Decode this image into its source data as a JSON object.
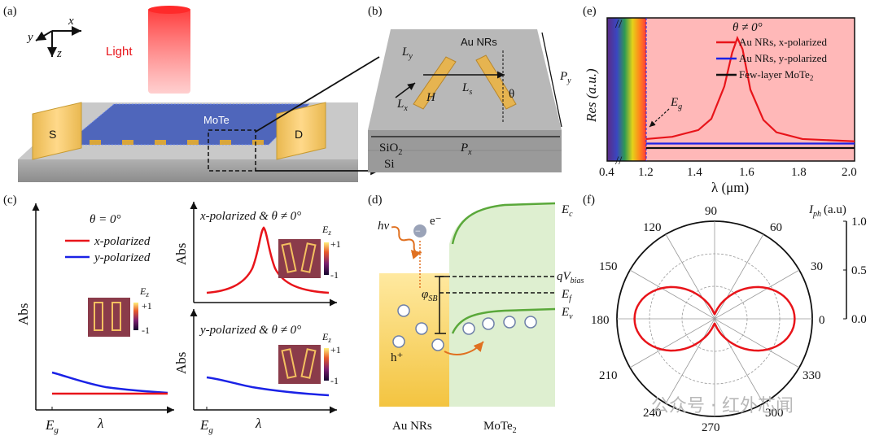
{
  "panels": {
    "a": {
      "label": "(a)",
      "axis_x": "x",
      "axis_y": "y",
      "axis_z": "z",
      "light": "Light",
      "source": "S",
      "drain": "D",
      "material": "MoTe"
    },
    "b": {
      "label": "(b)",
      "title": "Au NRs",
      "Ly": "L",
      "Ly_sub": "y",
      "Lx": "L",
      "Lx_sub": "x",
      "H": "H",
      "Ls": "L",
      "Ls_sub": "s",
      "theta": "θ",
      "Py": "P",
      "Py_sub": "y",
      "Px": "P",
      "Px_sub": "x",
      "SiO2": "SiO",
      "SiO2_sub": "2",
      "Si": "Si"
    },
    "c": {
      "label": "(c)",
      "theta_eq": "θ = 0°",
      "legend_x": "x-polarized",
      "legend_y": "y-polarized",
      "ylabel": "Abs",
      "xlabel": "λ",
      "eg": "E",
      "eg_sub": "g",
      "ez": "E",
      "ez_sub": "z",
      "cb_max": "+1",
      "cb_min": "-1",
      "top_title": "x-polarized & θ ≠ 0°",
      "bottom_title": "y-polarized & θ ≠ 0°"
    },
    "d": {
      "label": "(d)",
      "hv": "hν",
      "electron": "e⁻",
      "hole": "h⁺",
      "phi": "φ",
      "phi_sub": "SB",
      "Ec": "E",
      "Ec_sub": "c",
      "qV": "qV",
      "qV_sub": "bias",
      "Ef": "E",
      "Ef_sub": "f",
      "Ev": "E",
      "Ev_sub": "v",
      "left_label": "Au NRs",
      "right_label": "MoTe",
      "right_sub": "2"
    },
    "e": {
      "label": "(e)",
      "theta_ne": "θ ≠ 0°",
      "legend": [
        "Au NRs, x-polarized",
        "Au NRs, y-polarized",
        "Few-layer MoTe"
      ],
      "legend_sub": "2",
      "ylabel": "Res (a.u.)",
      "xlabel": "λ (μm)",
      "eg": "E",
      "eg_sub": "g",
      "xticks": [
        "0.4",
        "1.2",
        "1.4",
        "1.6",
        "1.8",
        "2.0"
      ]
    },
    "f": {
      "label": "(f)",
      "iph": "I",
      "iph_sub": "ph",
      "iph_unit": "(a.u)",
      "angles": [
        "90",
        "60",
        "30",
        "0",
        "330",
        "300",
        "270",
        "240",
        "210",
        "180",
        "150",
        "120"
      ],
      "rticks": [
        "1.0",
        "0.5",
        "0.0"
      ]
    }
  },
  "watermark": "公众号 · 红外芯闻",
  "colors": {
    "red": "#e8141a",
    "blue": "#1a22e6",
    "black": "#111111",
    "gold": "#f0c060",
    "green_fill": "#d8ecc8",
    "pink_bg": "#ffb8b8"
  },
  "chart_data": [
    {
      "type": "line",
      "title": "",
      "xlabel": "λ (μm)",
      "ylabel": "Res (a.u.)",
      "xlim": [
        0.4,
        2.0
      ],
      "series": [
        {
          "name": "Au NRs, x-polarized",
          "x": [
            1.2,
            1.3,
            1.4,
            1.45,
            1.5,
            1.53,
            1.55,
            1.57,
            1.6,
            1.65,
            1.7,
            1.8,
            1.9,
            2.0
          ],
          "values": [
            0.08,
            0.1,
            0.16,
            0.26,
            0.55,
            0.85,
            0.98,
            0.88,
            0.52,
            0.25,
            0.14,
            0.08,
            0.07,
            0.06
          ]
        },
        {
          "name": "Au NRs, y-polarized",
          "x": [
            1.2,
            1.6,
            2.0
          ],
          "values": [
            0.04,
            0.04,
            0.04
          ]
        },
        {
          "name": "Few-layer MoTe2",
          "x": [
            1.2,
            1.6,
            2.0
          ],
          "values": [
            0.0,
            0.0,
            0.0
          ]
        }
      ]
    }
  ]
}
